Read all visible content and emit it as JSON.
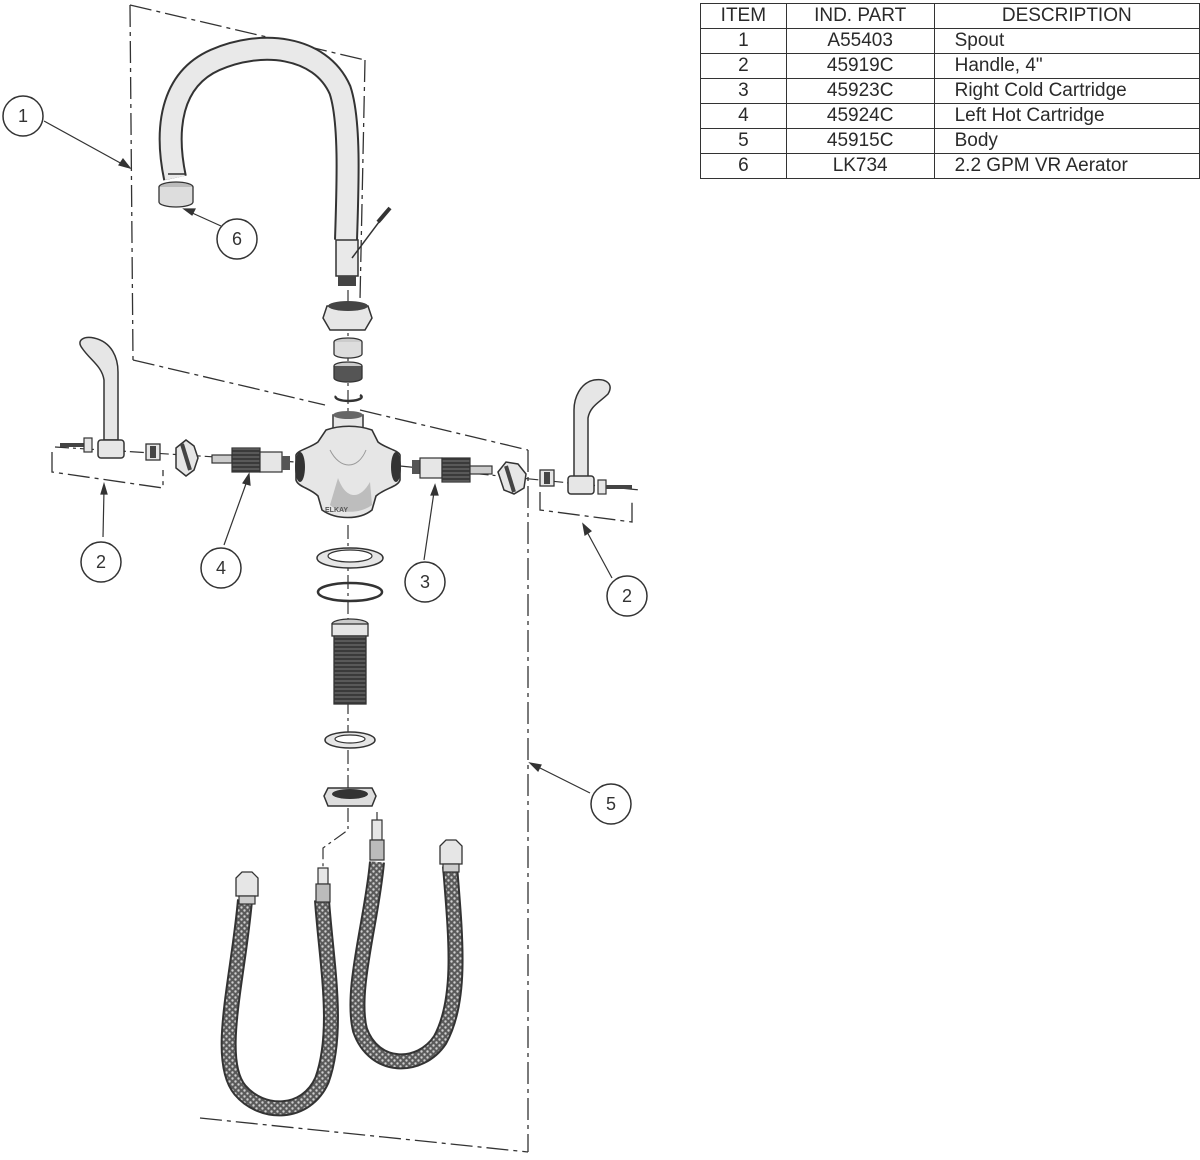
{
  "parts_table": {
    "headers": [
      "ITEM",
      "IND. PART",
      "DESCRIPTION"
    ],
    "rows": [
      {
        "item": "1",
        "part": "A55403",
        "description": "Spout"
      },
      {
        "item": "2",
        "part": "45919C",
        "description": "Handle, 4\""
      },
      {
        "item": "3",
        "part": "45923C",
        "description": "Right Cold Cartridge"
      },
      {
        "item": "4",
        "part": "45924C",
        "description": "Left Hot Cartridge"
      },
      {
        "item": "5",
        "part": "45915C",
        "description": "Body"
      },
      {
        "item": "6",
        "part": "LK734",
        "description": "2.2 GPM VR Aerator"
      }
    ]
  },
  "callouts": {
    "spout": "1",
    "aerator": "6",
    "handle_left": "2",
    "hot_cartridge": "4",
    "cold_cartridge": "3",
    "handle_right": "2",
    "body": "5"
  },
  "body_logo": "ELKAY",
  "colors": {
    "line": "#333333",
    "fill_light": "#e6e6e6",
    "fill_mid": "#b0b0b0",
    "fill_dark": "#444444"
  }
}
